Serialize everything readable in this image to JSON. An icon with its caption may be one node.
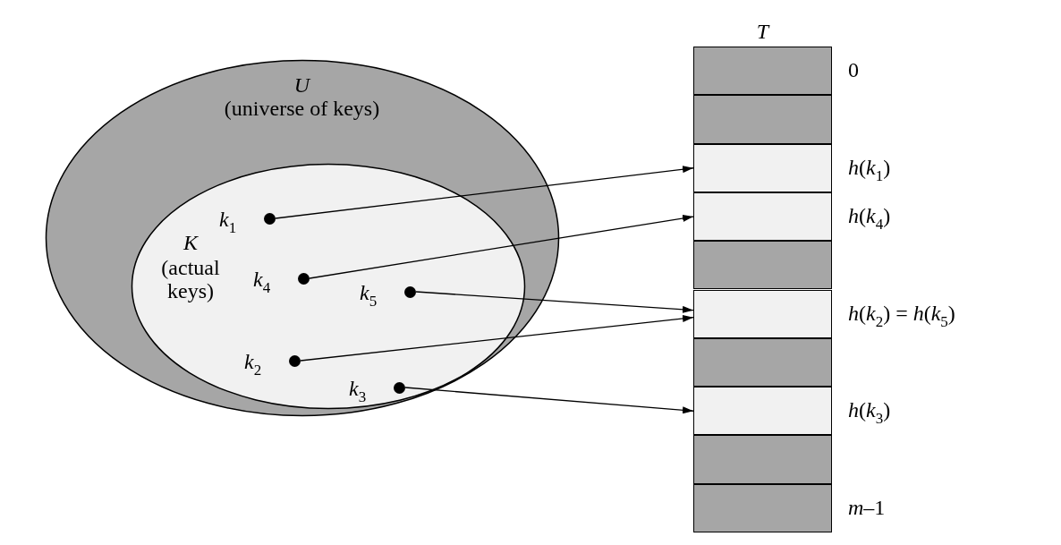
{
  "diagram": {
    "nodes": [
      {
        "text": [
          "U",
          "(universe of keys)"
        ]
      },
      {
        "text": [
          "K",
          "(actual keys)"
        ],
        "in": 0
      },
      {
        "text": [
          "*k*$_{1}$"
        ],
        "in": 1
      },
      {
        "text": [
          "*k*$_{4}$"
        ],
        "in": 1
      },
      {
        "text": [
          "*k*$_{5}$"
        ],
        "in": 1
      },
      {
        "text": [
          "*k*$_{2}$"
        ],
        "in": 1
      },
      {
        "text": [
          "*k*$_{3}$"
        ],
        "in": 1
      },
      {
        "text": [
          "T"
        ]
      },
      {
        "text": [],
        "shape": "box",
        "in": 7,
        "beside": [
          "0"
        ]
      },
      {
        "text": [],
        "shape": "box",
        "in": 7
      },
      {
        "text": [],
        "shape": "box",
        "in": 7,
        "beside": [
          "*h*(*k*$_{1}$)"
        ]
      },
      {
        "text": [],
        "shape": "box",
        "in": 7,
        "beside": [
          "*h*(*k*$_{4}$)"
        ]
      },
      {
        "text": [],
        "shape": "box",
        "in": 7
      },
      {
        "text": [],
        "shape": "box",
        "in": 7,
        "beside": [
          "*h*(*k*$_{2}$) = *h*(*k*$_{5}$)"
        ]
      },
      {
        "text": [],
        "shape": "box",
        "in": 7
      },
      {
        "text": [],
        "shape": "box",
        "in": 7,
        "beside": [
          "*h*(*k*$_{3}$)"
        ]
      },
      {
        "text": [],
        "shape": "box",
        "in": 7
      },
      {
        "text": [],
        "shape": "box",
        "in": 7,
        "beside": [
          "*m*–1"
        ]
      }
    ],
    "edges": [
      {
        "from": 2,
        "to": 10,
        "arrow": "to"
      },
      {
        "from": 3,
        "to": 11,
        "arrow": "to"
      },
      {
        "from": 4,
        "to": 13,
        "arrow": "to"
      },
      {
        "from": 5,
        "to": 13,
        "arrow": "to"
      },
      {
        "from": 6,
        "to": 15,
        "arrow": "to"
      }
    ]
  }
}
